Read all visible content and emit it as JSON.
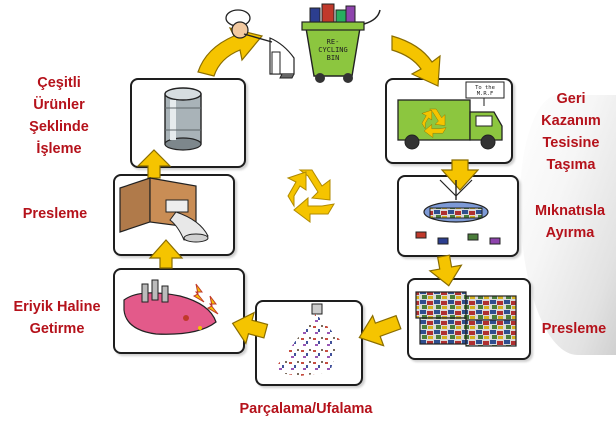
{
  "steps": {
    "recycling_bin": "RE-\nCYCLING\nBIN",
    "truck_sign": "To the\nM.R.F",
    "transport": [
      "Geri",
      "Kazanım",
      "Tesisine",
      "Taşıma"
    ],
    "magnetic": [
      "Mıknatısla",
      "Ayırma"
    ],
    "press_right": "Presleme",
    "shredding": "Parçalama/Ufalama",
    "melting": [
      "Eriyik Haline",
      "Getirme"
    ],
    "press_left": "Presleme",
    "products": [
      "Çeşitli",
      "Ürünler",
      "Şeklinde",
      "İşleme"
    ]
  },
  "colors": {
    "label": "#b5121b",
    "arrow": "#f5c400",
    "arrow_outline": "#b08a00",
    "truck": "#8cc63f",
    "recycle": "#f5c400"
  },
  "icons": {
    "center": "recycle-icon"
  }
}
